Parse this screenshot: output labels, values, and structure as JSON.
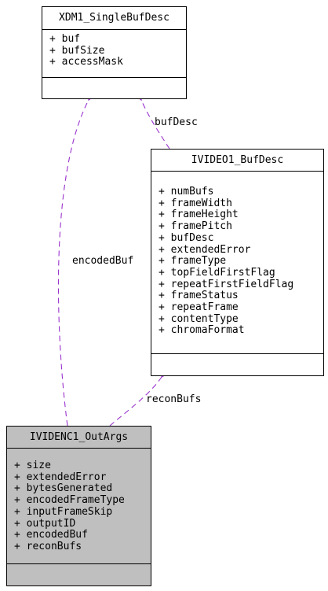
{
  "classes": {
    "single_buf_desc": {
      "name": "XDM1_SingleBufDesc",
      "attributes": [
        "+ buf",
        "+ bufSize",
        "+ accessMask"
      ]
    },
    "video_buf_desc": {
      "name": "IVIDEO1_BufDesc",
      "attributes": [
        "+ numBufs",
        "+ frameWidth",
        "+ frameHeight",
        "+ framePitch",
        "+ bufDesc",
        "+ extendedError",
        "+ frameType",
        "+ topFieldFirstFlag",
        "+ repeatFirstFieldFlag",
        "+ frameStatus",
        "+ repeatFrame",
        "+ contentType",
        "+ chromaFormat"
      ]
    },
    "out_args": {
      "name": "IVIDENC1_OutArgs",
      "attributes": [
        "+ size",
        "+ extendedError",
        "+ bytesGenerated",
        "+ encodedFrameType",
        "+ inputFrameSkip",
        "+ outputID",
        "+ encodedBuf",
        "+ reconBufs"
      ]
    }
  },
  "edges": {
    "buf_desc": "bufDesc",
    "encoded_buf": "encodedBuf",
    "recon_bufs": "reconBufs"
  },
  "colors": {
    "edge": "#9a32cd",
    "highlight_fill": "#bfbfbf"
  }
}
